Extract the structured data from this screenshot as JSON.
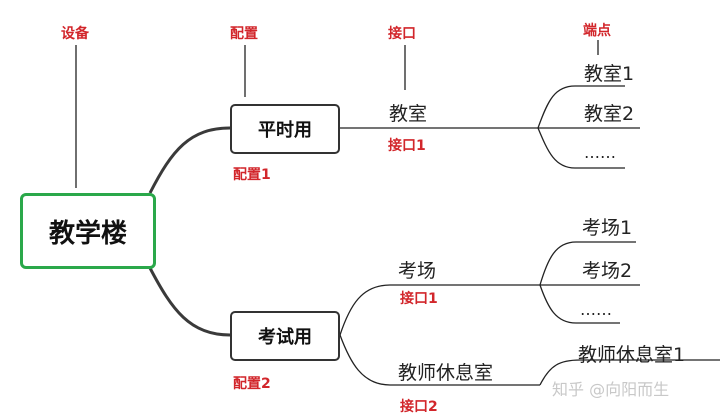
{
  "legend": {
    "device": "设备",
    "config": "配置",
    "interface": "接口",
    "endpoint": "端点"
  },
  "root": "教学楼",
  "branches": [
    {
      "label": "平时用",
      "config": "配置1",
      "interfaces": [
        {
          "label": "教室",
          "name": "接口1",
          "endpoints": [
            "教室1",
            "教室2",
            "……"
          ]
        }
      ]
    },
    {
      "label": "考试用",
      "config": "配置2",
      "interfaces": [
        {
          "label": "考场",
          "name": "接口1",
          "endpoints": [
            "考场1",
            "考场2",
            "……"
          ]
        },
        {
          "label": "教师休息室",
          "name": "接口2",
          "endpoints": [
            "教师休息室1"
          ]
        }
      ]
    }
  ],
  "watermark": "知乎 @向阳而生"
}
